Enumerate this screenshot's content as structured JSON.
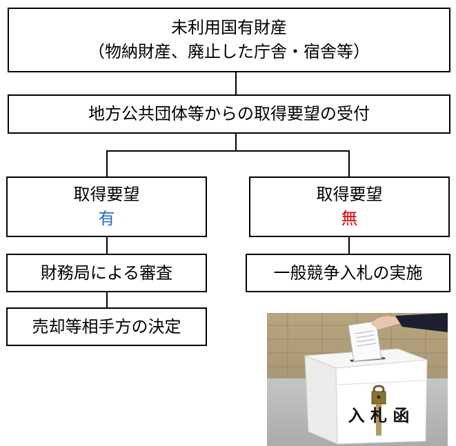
{
  "flow": {
    "top": {
      "line1": "未利用国有財産",
      "line2": "（物納財産、廃止した庁舎・宿舎等）"
    },
    "reception": "地方公共団体等からの取得要望の受付",
    "left_branch": {
      "title": "取得要望",
      "status": "有",
      "status_color": "#1f6fc5"
    },
    "right_branch": {
      "title": "取得要望",
      "status": "無",
      "status_color": "#e00000"
    },
    "review": "財務局による審査",
    "decision": "売却等相手方の決定",
    "bidding": "一般競争入札の実施"
  },
  "photo": {
    "box_label": "入 札 函"
  }
}
